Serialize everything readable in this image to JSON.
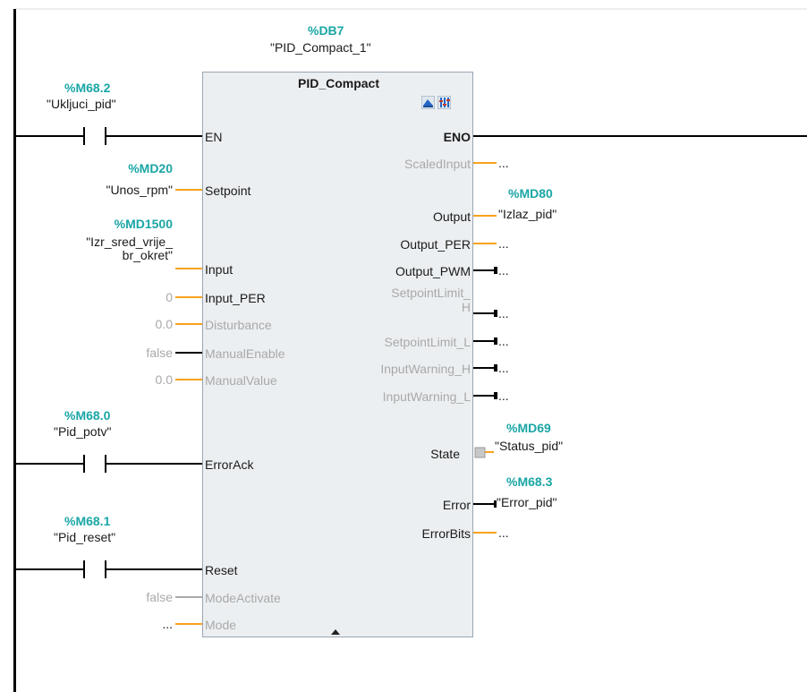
{
  "instance": {
    "address": "%DB7",
    "name": "\"PID_Compact_1\""
  },
  "block": {
    "type": "PID_Compact",
    "en": "EN",
    "eno": "ENO"
  },
  "contacts": [
    {
      "address": "%M68.2",
      "name": "\"Ukljuci_pid\"",
      "pin": "EN"
    },
    {
      "address": "%M68.0",
      "name": "\"Pid_potv\"",
      "pin": "ErrorAck"
    },
    {
      "address": "%M68.1",
      "name": "\"Pid_reset\"",
      "pin": "Reset"
    }
  ],
  "inputs": [
    {
      "pin": "Setpoint",
      "address": "%MD20",
      "value": "\"Unos_rpm\"",
      "active": true
    },
    {
      "pin": "Input",
      "address": "%MD1500",
      "value_line1": "\"Izr_sred_vrije_",
      "value_line2": "br_okret\"",
      "active": true
    },
    {
      "pin": "Input_PER",
      "value": "0",
      "active": true
    },
    {
      "pin": "Disturbance",
      "value": "0.0",
      "active": false
    },
    {
      "pin": "ManualEnable",
      "value": "false",
      "active": false
    },
    {
      "pin": "ManualValue",
      "value": "0.0",
      "active": false
    },
    {
      "pin": "ErrorAck",
      "active": true
    },
    {
      "pin": "Reset",
      "active": true
    },
    {
      "pin": "ModeActivate",
      "value": "false",
      "active": false
    },
    {
      "pin": "Mode",
      "value": "...",
      "active": false
    }
  ],
  "outputs": [
    {
      "pin": "ScaledInput",
      "value": "...",
      "active": false
    },
    {
      "pin": "Output",
      "address": "%MD80",
      "value": "\"Izlaz_pid\"",
      "active": true
    },
    {
      "pin": "Output_PER",
      "value": "...",
      "active": true
    },
    {
      "pin": "Output_PWM",
      "value": "...",
      "active": true
    },
    {
      "pin_line1": "SetpointLimit_",
      "pin_line2": "H",
      "value": "...",
      "active": false
    },
    {
      "pin": "SetpointLimit_L",
      "value": "...",
      "active": false
    },
    {
      "pin": "InputWarning_H",
      "value": "...",
      "active": false
    },
    {
      "pin": "InputWarning_L",
      "value": "...",
      "active": false
    },
    {
      "pin": "State",
      "address": "%MD69",
      "value": "\"Status_pid\"",
      "active": true
    },
    {
      "pin": "Error",
      "address": "%M68.3",
      "value": "\"Error_pid\"",
      "active": true
    },
    {
      "pin": "ErrorBits",
      "value": "...",
      "active": true
    }
  ],
  "colors": {
    "wire": "#000000",
    "signal": "#f7a21b",
    "tag": "#1aa6a6",
    "inactive": "#a9a9a9",
    "block_fill": "#eceff1"
  },
  "icons": [
    "commissioning-icon",
    "configuration-icon",
    "expand-arrow-icon"
  ]
}
